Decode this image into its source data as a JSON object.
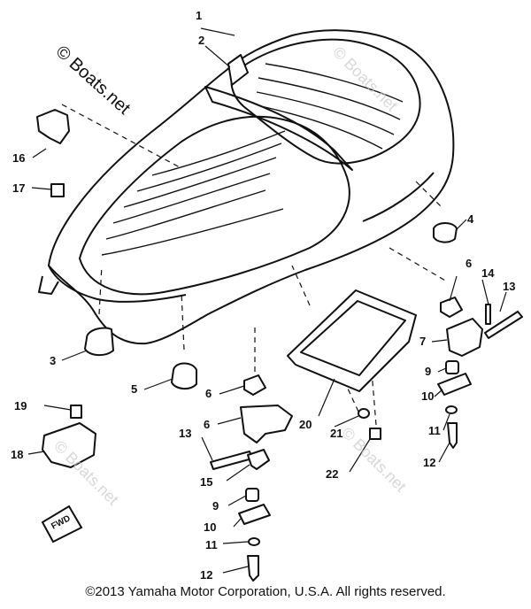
{
  "watermark": {
    "main": "© Boats.net",
    "faint": "© Boats.net"
  },
  "callouts": {
    "c1": "1",
    "c2": "2",
    "c3": "3",
    "c4": "4",
    "c5": "5",
    "c6a": "6",
    "c6b": "6",
    "c6c": "6",
    "c7": "7",
    "c9a": "9",
    "c9b": "9",
    "c10a": "10",
    "c10b": "10",
    "c11a": "11",
    "c11b": "11",
    "c12a": "12",
    "c12b": "12",
    "c13a": "13",
    "c13b": "13",
    "c14": "14",
    "c15": "15",
    "c16": "16",
    "c17": "17",
    "c18": "18",
    "c19": "19",
    "c20": "20",
    "c21": "21",
    "c22": "22"
  },
  "fwd_label": "FWD",
  "copyright": "©2013 Yamaha Motor Corporation, U.S.A. All rights reserved."
}
